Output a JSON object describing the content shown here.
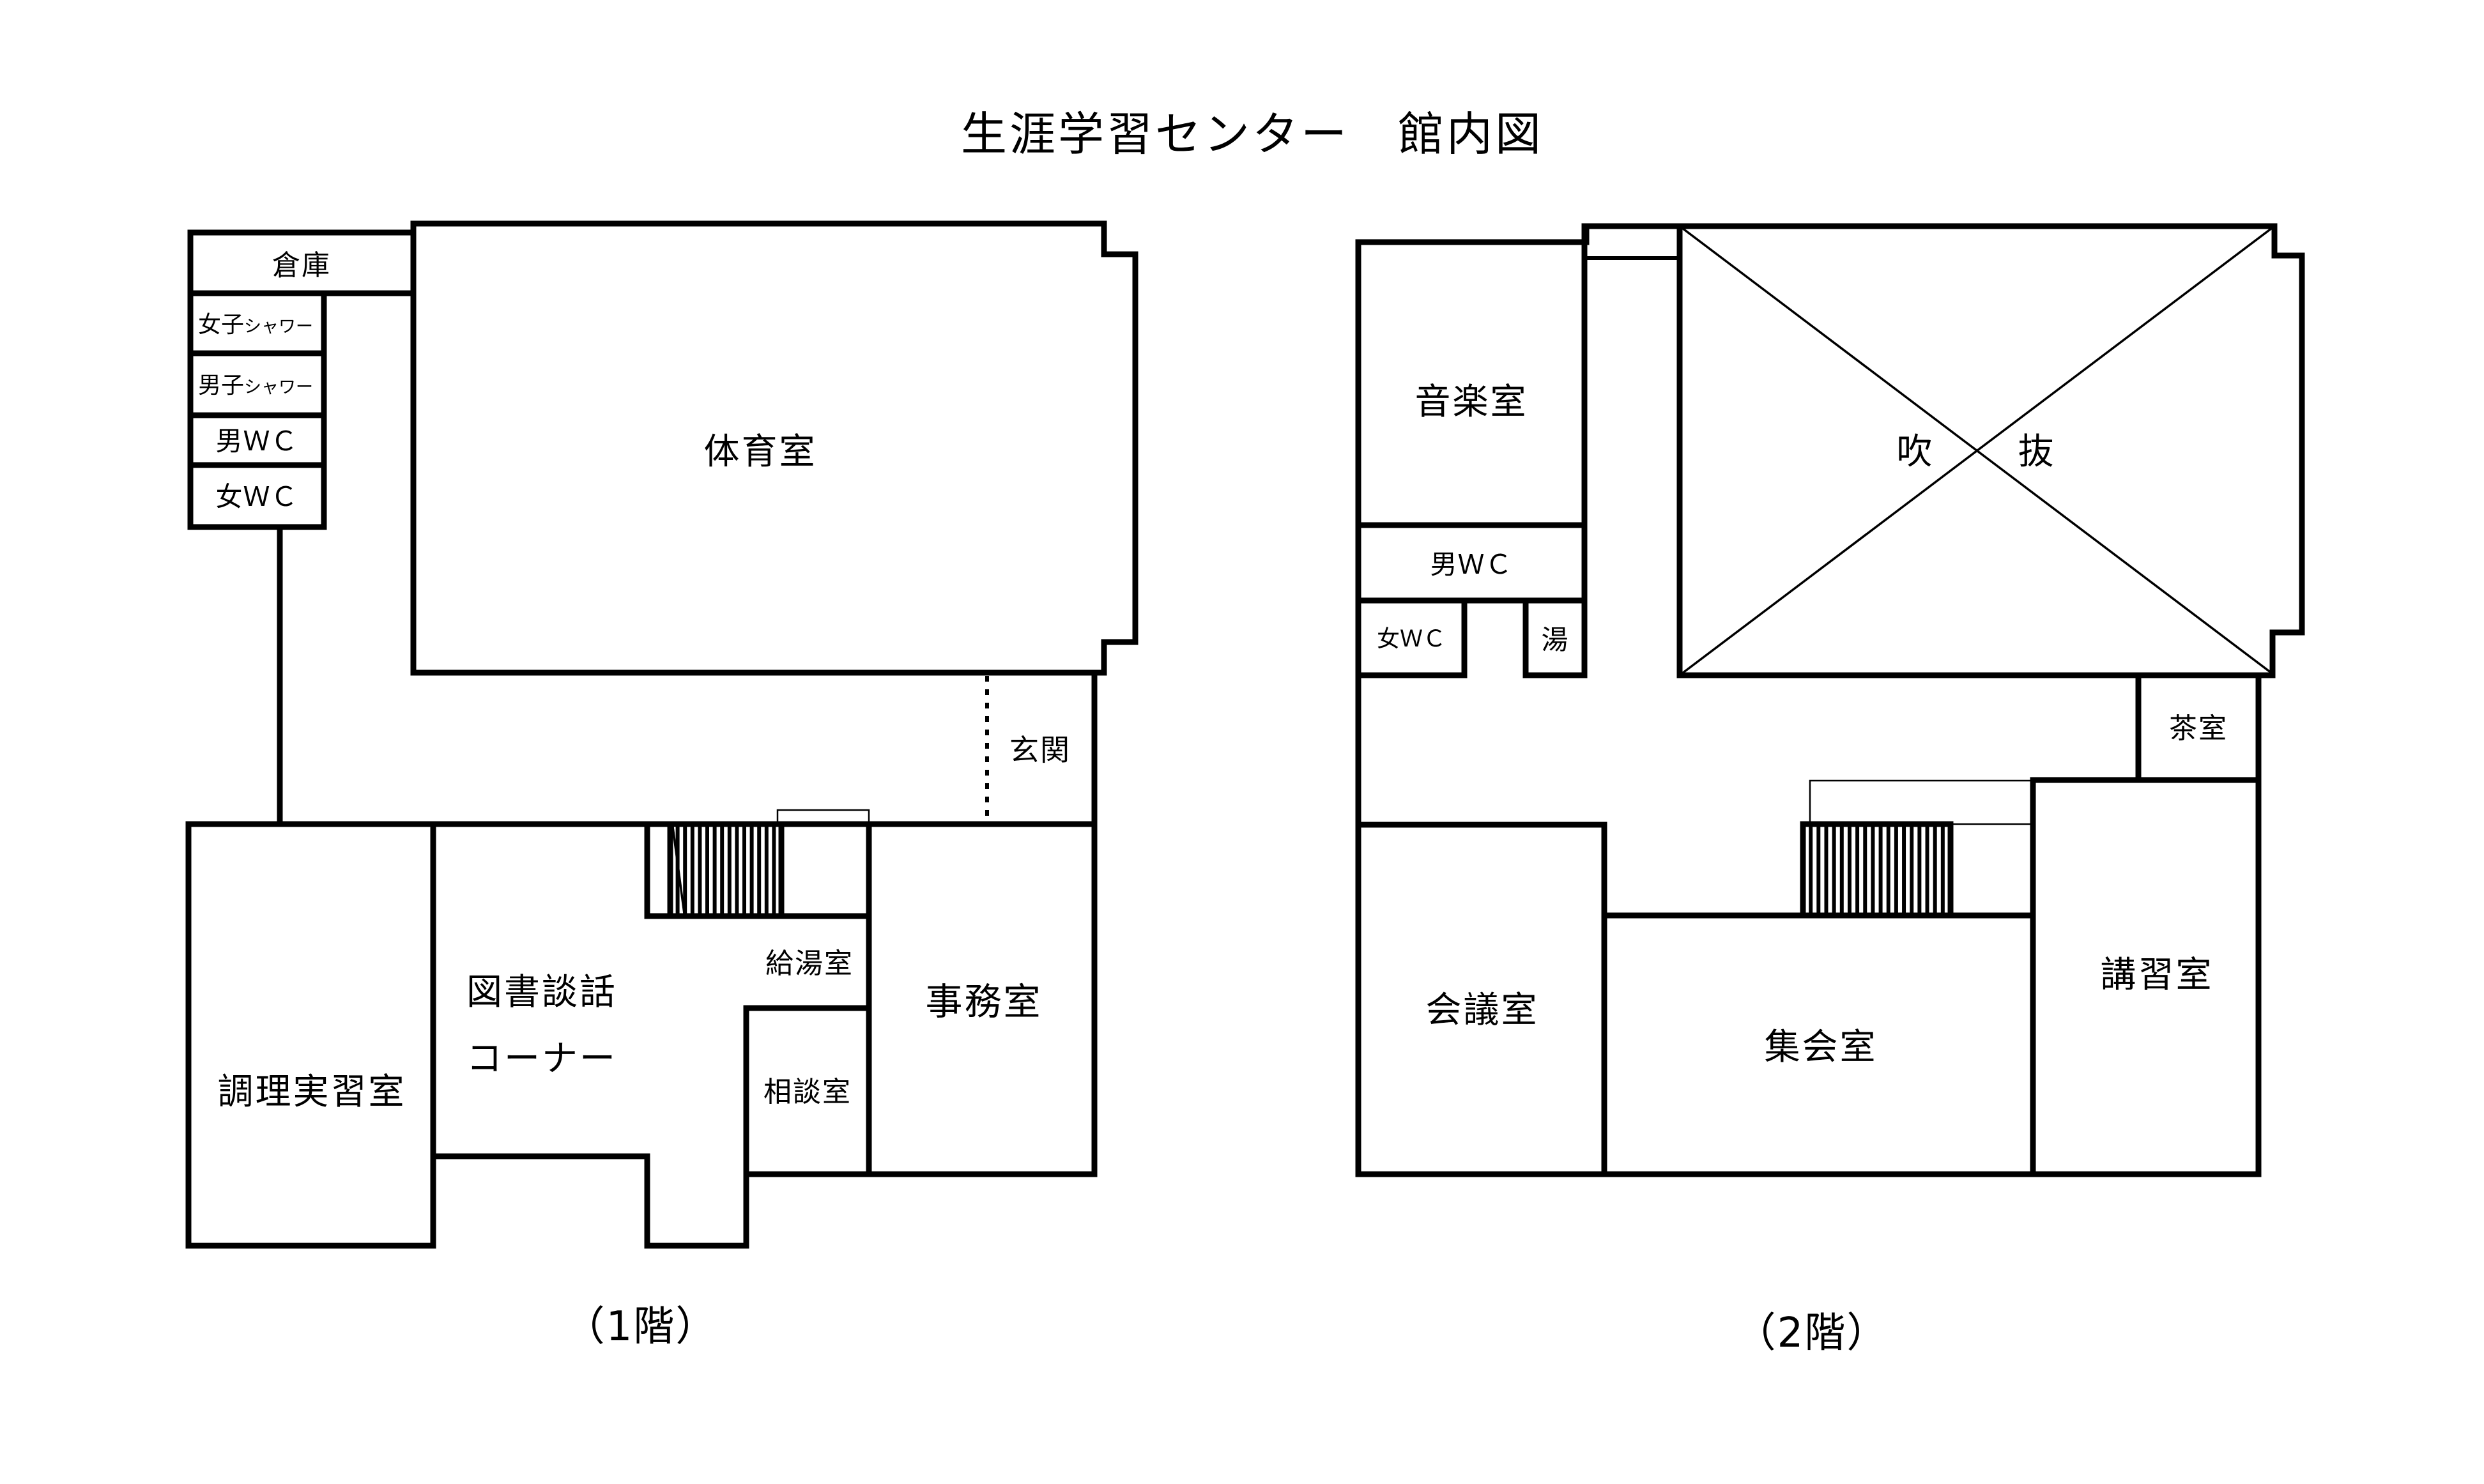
{
  "title": "生涯学習センター　館内図",
  "colors": {
    "ink": "#000000",
    "background": "#ffffff"
  },
  "floor1": {
    "caption": "（1階）",
    "rooms": {
      "souko": "倉庫",
      "shower_f_main": "女子",
      "shower_f_sub": "シャワー",
      "shower_m_main": "男子",
      "shower_m_sub": "シャワー",
      "wc_m": "男ＷＣ",
      "wc_f": "女ＷＣ",
      "taiiku": "体育室",
      "genkan": "玄関",
      "chouri": "調理実習室",
      "tosho_line1": "図書談話",
      "tosho_line2": "コーナー",
      "kyuto": "給湯室",
      "soudan": "相談室",
      "jimu": "事務室"
    }
  },
  "floor2": {
    "caption": "（2階）",
    "rooms": {
      "ongaku": "音楽室",
      "wc_m": "男ＷＣ",
      "wc_f": "女ＷＣ",
      "yu": "湯",
      "fukinuke_left": "吹",
      "fukinuke_right": "抜",
      "chashitsu": "茶室",
      "kaigi": "会議室",
      "shukai": "集会室",
      "koshu": "講習室"
    }
  }
}
